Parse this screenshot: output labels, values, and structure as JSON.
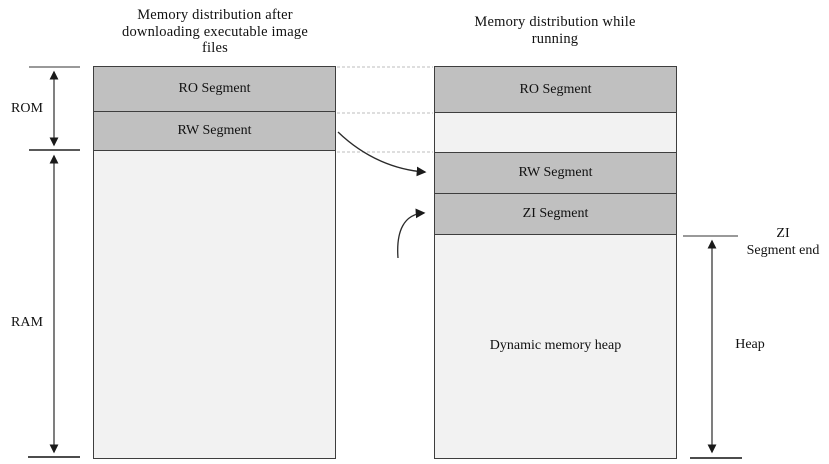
{
  "titles": {
    "left": "Memory distribution after downloading executable image files",
    "right": "Memory distribution while running"
  },
  "left_column": {
    "segments": [
      {
        "label": "RO Segment"
      },
      {
        "label": "RW Segment"
      }
    ]
  },
  "right_column": {
    "segments": [
      {
        "label": "RO Segment"
      },
      {
        "label": "RW Segment"
      },
      {
        "label": "ZI Segment"
      },
      {
        "label": "Dynamic memory heap"
      }
    ]
  },
  "annotations": {
    "rom_label": "ROM",
    "ram_label": "RAM",
    "heap_label": "Heap",
    "zi_end_line1": "ZI",
    "zi_end_line2": "Segment end"
  },
  "colors": {
    "segment_dark": "#c0c0c0",
    "segment_light": "#f2f2f2",
    "box_border": "#3e3e3e",
    "dashed_line": "#bdbdbd",
    "tick_gray": "#999999",
    "arrow_dark": "#2a2a2a",
    "background": "#ffffff"
  }
}
